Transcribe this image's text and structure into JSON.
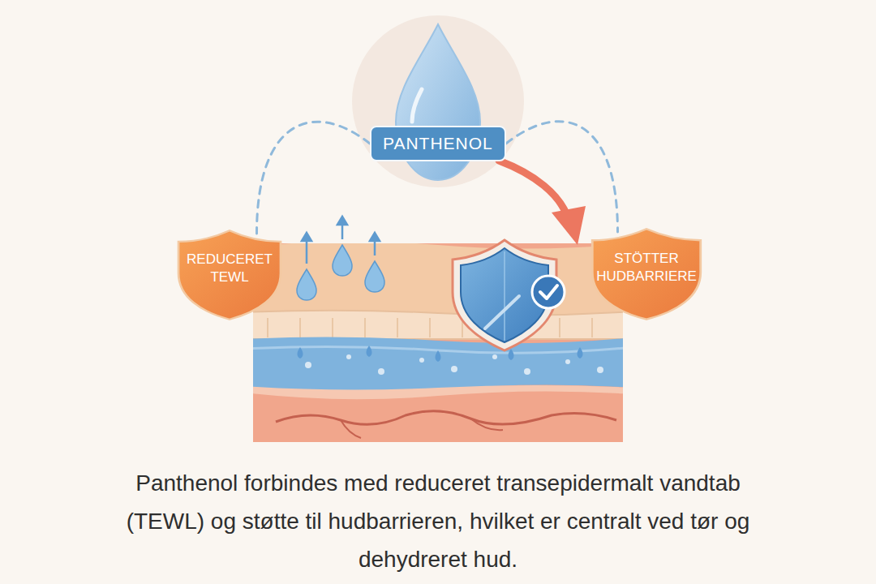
{
  "diagram": {
    "caption": "Panthenol forbindes med reduceret transepidermalt vandtab (TEWL) og støtte til hudbarrieren, hvilket er centralt ved tør og dehydreret hud.",
    "nodes": [
      {
        "text": [
          "PANTHENOL"
        ]
      },
      {
        "text": [
          "REDUCERET TEWL"
        ]
      },
      {
        "text": [
          "STÖTTER HUDBARRIERE"
        ]
      }
    ],
    "edges": [
      {
        "from": 0,
        "to": 1,
        "arrow": "none"
      },
      {
        "from": 0,
        "to": 2,
        "arrow": "none"
      }
    ]
  }
}
